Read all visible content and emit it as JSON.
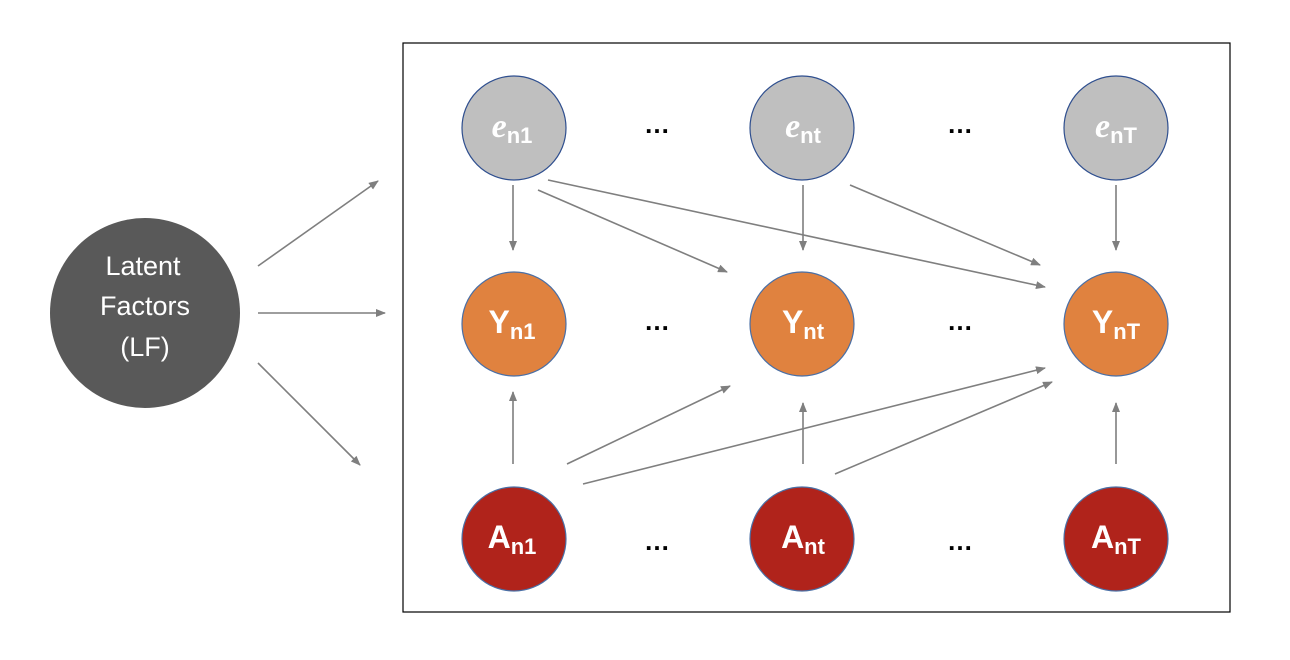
{
  "latent": {
    "line1": "Latent",
    "line2": "Factors",
    "line3": "(LF)"
  },
  "ellipsis": "…",
  "rows": {
    "e": {
      "symbol": "e",
      "subscripts": [
        "n1",
        "nt",
        "nT"
      ]
    },
    "y": {
      "symbol": "Y",
      "subscripts": [
        "n1",
        "nt",
        "nT"
      ]
    },
    "a": {
      "symbol": "A",
      "subscripts": [
        "n1",
        "nt",
        "nT"
      ]
    }
  },
  "colors": {
    "latent_fill": "#595959",
    "e_fill": "#bfbfbf",
    "e_stroke": "#2f4f8f",
    "y_fill": "#e0823f",
    "y_stroke": "#4a6fa5",
    "a_fill": "#b0231b",
    "a_stroke": "#4a6fa5",
    "arrow": "#7f7f7f",
    "box_stroke": "#000000"
  }
}
